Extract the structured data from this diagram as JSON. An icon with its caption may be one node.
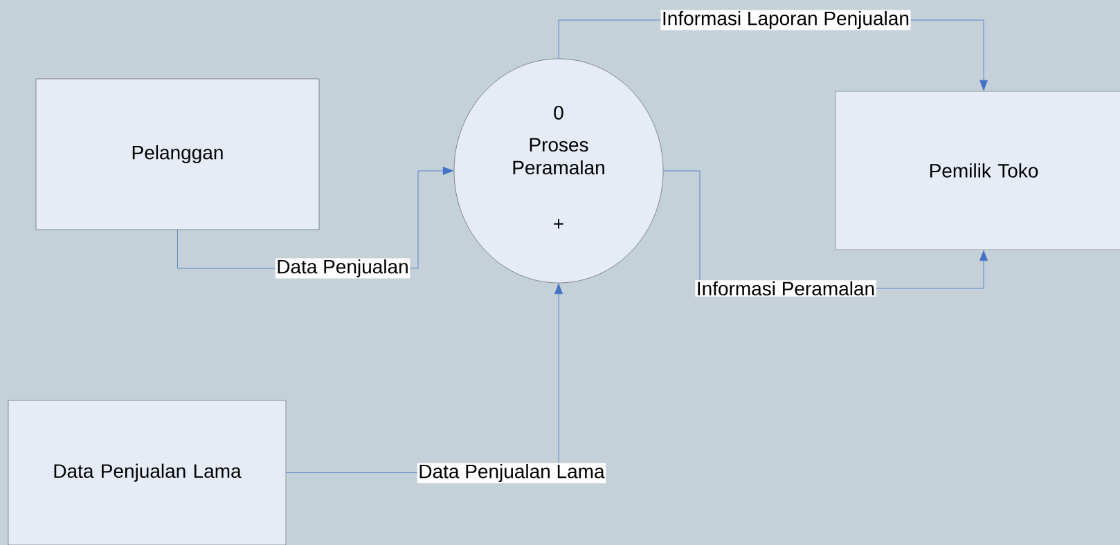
{
  "diagram": {
    "nodes": [
      {
        "text": [
          "Pelanggan"
        ]
      },
      {
        "text": [
          "0",
          "Proses Peramalan",
          "+"
        ]
      },
      {
        "text": [
          "Pemilik Toko"
        ]
      },
      {
        "text": [
          "Data Penjualan Lama"
        ]
      }
    ],
    "edges": [
      {
        "from": 0,
        "to": 1,
        "arrow": "to",
        "label": "Data Penjualan"
      },
      {
        "from": 1,
        "to": 2,
        "arrow": "to",
        "label": "Informasi Laporan Penjualan"
      },
      {
        "from": 1,
        "to": 2,
        "arrow": "to",
        "label": "Informasi Peramalan"
      },
      {
        "from": 3,
        "to": 1,
        "arrow": "to",
        "label": "Data Penjualan Lama"
      }
    ]
  }
}
